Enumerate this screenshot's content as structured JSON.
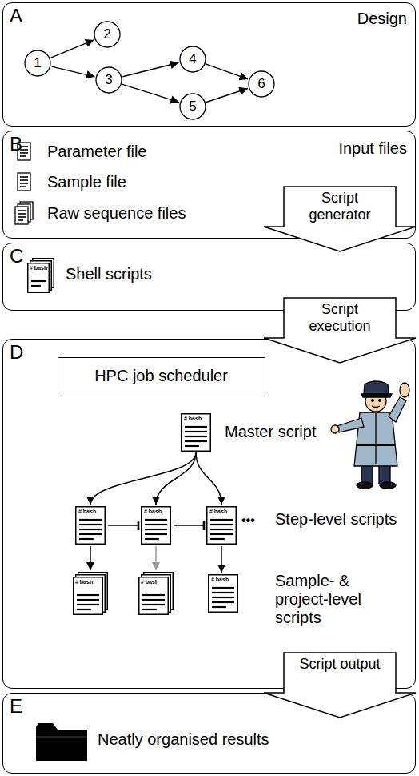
{
  "diagram": {
    "nodes": [
      {
        "text": [
          "A",
          "Design"
        ]
      },
      {
        "text": [
          "1"
        ],
        "in": 0
      },
      {
        "text": [
          "2"
        ],
        "in": 0
      },
      {
        "text": [
          "3"
        ],
        "in": 0
      },
      {
        "text": [
          "4"
        ],
        "in": 0
      },
      {
        "text": [
          "5"
        ],
        "in": 0
      },
      {
        "text": [
          "6"
        ],
        "in": 0
      },
      {
        "text": [
          "B",
          "Input files",
          "Parameter file",
          "Sample file",
          "Raw sequence files"
        ]
      },
      {
        "text": [
          "Script generator"
        ]
      },
      {
        "text": [
          "C",
          "Shell scripts"
        ]
      },
      {
        "text": [
          "# bash"
        ],
        "in": 9
      },
      {
        "text": [
          "Script execution"
        ]
      },
      {
        "text": [
          "D",
          "Master script",
          "Step-level scripts",
          "Sample- & project-level scripts"
        ]
      },
      {
        "text": [
          "HPC job scheduler"
        ],
        "in": 12
      },
      {
        "text": [
          "# bash"
        ],
        "in": 12
      },
      {
        "text": [
          "# bash"
        ],
        "in": 12
      },
      {
        "text": [
          "# bash"
        ],
        "in": 12
      },
      {
        "text": [
          "# bash"
        ],
        "in": 12
      },
      {
        "text": [
          "# bash"
        ],
        "in": 12
      },
      {
        "text": [
          "# bash"
        ],
        "in": 12
      },
      {
        "text": [
          "# bash"
        ],
        "in": 12
      },
      {
        "text": [
          "Script output"
        ]
      },
      {
        "text": [
          "E",
          "Neatly organised results"
        ]
      }
    ],
    "edges": [
      {
        "from": 1,
        "to": 2,
        "arrow": "to"
      },
      {
        "from": 1,
        "to": 3,
        "arrow": "to"
      },
      {
        "from": 3,
        "to": 4,
        "arrow": "to"
      },
      {
        "from": 3,
        "to": 5,
        "arrow": "to"
      },
      {
        "from": 4,
        "to": 6,
        "arrow": "to"
      },
      {
        "from": 5,
        "to": 6,
        "arrow": "to"
      },
      {
        "from": 14,
        "to": 15,
        "arrow": "to"
      },
      {
        "from": 14,
        "to": 16,
        "arrow": "to"
      },
      {
        "from": 14,
        "to": 17,
        "arrow": "to"
      },
      {
        "from": 15,
        "to": 16,
        "arrow": "to"
      },
      {
        "from": 16,
        "to": 17,
        "arrow": "to"
      },
      {
        "from": 15,
        "to": 18,
        "arrow": "to"
      },
      {
        "from": 16,
        "to": 19,
        "arrow": "to"
      },
      {
        "from": 17,
        "to": 20,
        "arrow": "to"
      }
    ],
    "labels": [
      "•••"
    ]
  }
}
